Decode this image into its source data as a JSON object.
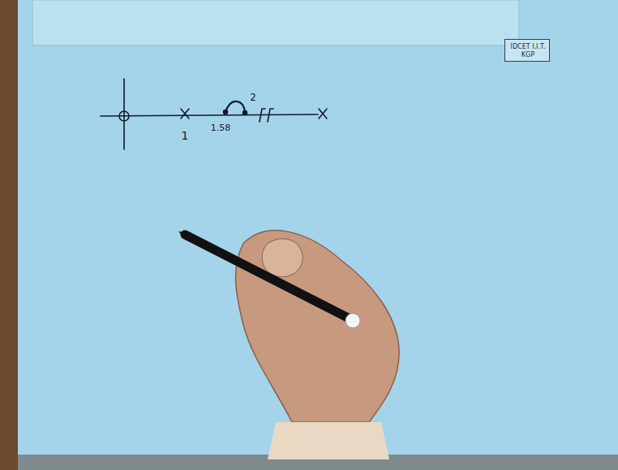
{
  "diagram": {
    "nodes": [
      {
        "text": [
          "IDCET I.I.T. KGP"
        ]
      }
    ],
    "labels": [
      "1",
      "1.58",
      "2"
    ]
  }
}
